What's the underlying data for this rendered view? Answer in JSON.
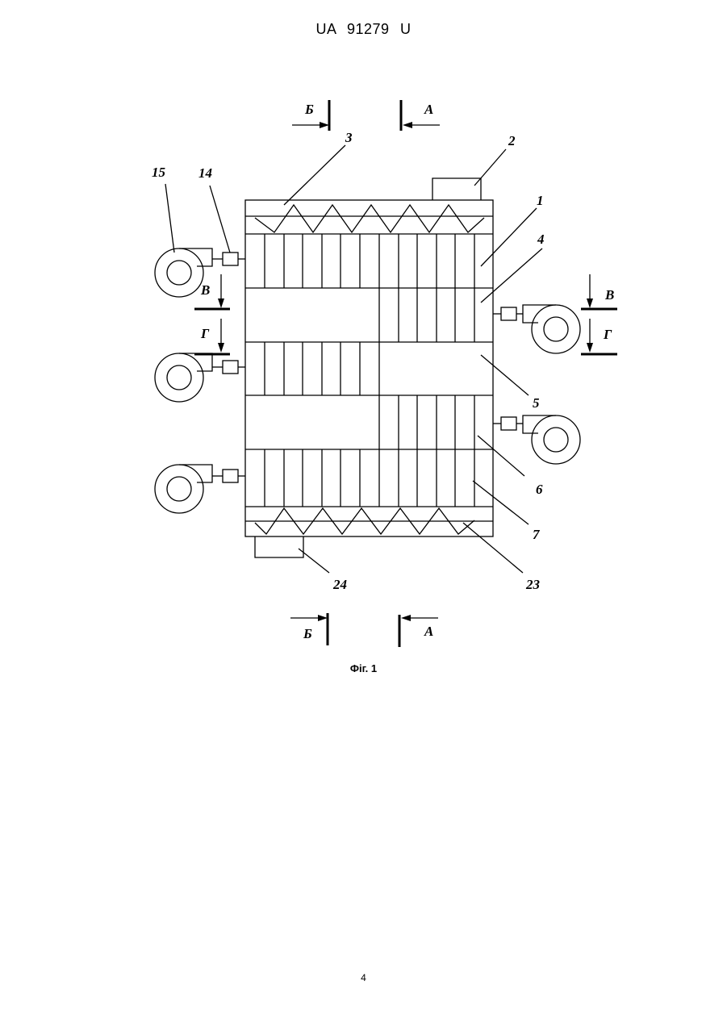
{
  "document": {
    "header": "UA 91279 U",
    "caption": "Фіг. 1",
    "page_number": "4"
  },
  "figure": {
    "callouts": {
      "n1": "1",
      "n2": "2",
      "n3": "3",
      "n4": "4",
      "n5": "5",
      "n6": "6",
      "n7": "7",
      "n14": "14",
      "n15": "15",
      "n23": "23",
      "n24": "24"
    },
    "section_marks": {
      "b_top": "Б",
      "a_top": "А",
      "b_bottom": "Б",
      "a_bottom": "А",
      "v_left": "В",
      "g_left": "Г",
      "v_right": "В",
      "g_right": "Г"
    }
  }
}
